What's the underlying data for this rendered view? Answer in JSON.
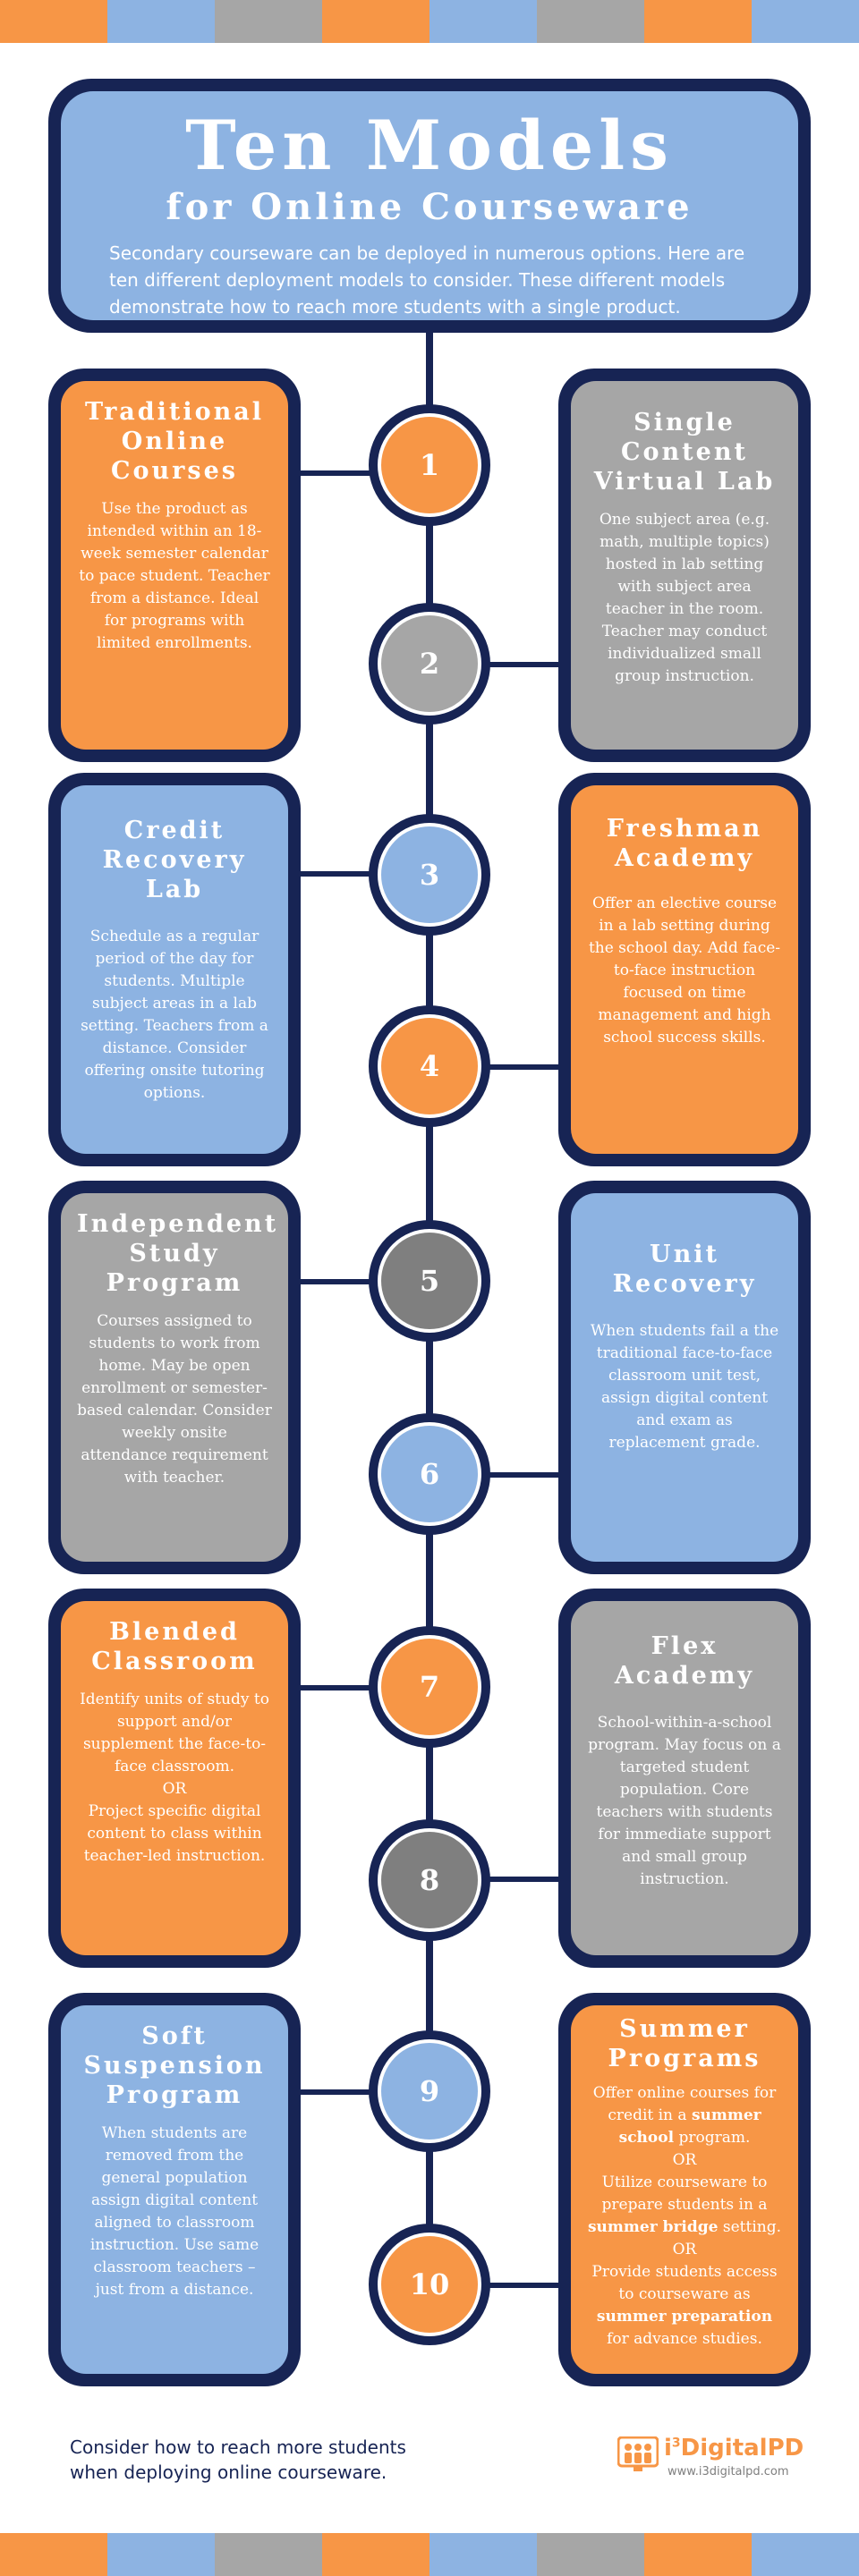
{
  "colors": {
    "navy": "#172454",
    "orange": "#f79646",
    "blue": "#8db3e2",
    "gray": "#a6a6a6",
    "dark_gray": "#7f7f7f"
  },
  "stripe": [
    "#f79646",
    "#8db3e2",
    "#a6a6a6",
    "#f79646",
    "#8db3e2",
    "#a6a6a6",
    "#f79646",
    "#8db3e2"
  ],
  "header": {
    "title": "Ten Models",
    "subtitle": "for Online Courseware",
    "intro": "Secondary courseware can be deployed in numerous options. Here are ten different deployment models to consider.  These different models demonstrate how to reach more students with a single product."
  },
  "models": [
    {
      "number": "1",
      "title": "Traditional Online Courses",
      "body": "Use the product as intended within an 18-week semester calendar to pace student. Teacher from a distance.  Ideal for programs with limited enrollments.",
      "color": "#f79646",
      "circle_color": "#f79646",
      "side": "left"
    },
    {
      "number": "2",
      "title": "Single Content Virtual Lab",
      "body": "One subject area (e.g. math, multiple topics) hosted in lab setting with subject area teacher in the room. Teacher may conduct individualized small group instruction.",
      "color": "#a6a6a6",
      "circle_color": "#a6a6a6",
      "side": "right"
    },
    {
      "number": "3",
      "title": "Credit Recovery Lab",
      "body": "Schedule as a regular period of the day for students. Multiple subject areas in a lab setting. Teachers from a distance.  Consider offering onsite tutoring options.",
      "color": "#8db3e2",
      "circle_color": "#8db3e2",
      "side": "left"
    },
    {
      "number": "4",
      "title": "Freshman Academy",
      "body": "Offer an elective course in a lab setting during the school day. Add face-to-face instruction focused on time management and high school success skills.",
      "color": "#f79646",
      "circle_color": "#f79646",
      "side": "right"
    },
    {
      "number": "5",
      "title": "Independent Study Program",
      "body": "Courses assigned to students to work from home. May be open enrollment or semester-based calendar. Consider weekly onsite attendance requirement with teacher.",
      "color": "#a6a6a6",
      "circle_color": "#7f7f7f",
      "side": "left"
    },
    {
      "number": "6",
      "title": "Unit Recovery",
      "body": "When students fail a the traditional face-to-face classroom unit test, assign digital content and exam as replacement grade.",
      "color": "#8db3e2",
      "circle_color": "#8db3e2",
      "side": "right"
    },
    {
      "number": "7",
      "title": "Blended Classroom",
      "body_parts": [
        "Identify units of study to support and/or supplement the face-to-face classroom.",
        "OR",
        "Project specific digital content to class within teacher-led instruction."
      ],
      "color": "#f79646",
      "circle_color": "#f79646",
      "side": "left"
    },
    {
      "number": "8",
      "title": "Flex Academy",
      "body": "School-within-a-school program. May focus on a targeted student population. Core teachers with students for immediate support and small group instruction.",
      "color": "#a6a6a6",
      "circle_color": "#7f7f7f",
      "side": "right"
    },
    {
      "number": "9",
      "title": "Soft Suspension Program",
      "body": "When students are removed from the general population assign digital content aligned to classroom instruction. Use same classroom teachers – just from a distance.",
      "color": "#8db3e2",
      "circle_color": "#8db3e2",
      "side": "left"
    },
    {
      "number": "10",
      "title": "Summer Programs",
      "color": "#f79646",
      "circle_color": "#f79646",
      "side": "right",
      "summer": {
        "p1a": "Offer online courses for credit in a ",
        "p1b": "summer school",
        "p1c": " program.",
        "or1": "OR",
        "p2a": "Utilize courseware to prepare students in a ",
        "p2b": "summer bridge",
        "p2c": " setting.",
        "or2": "OR",
        "p3a": "Provide students access to courseware as ",
        "p3b": "summer preparation",
        "p3c": " for advance studies."
      }
    }
  ],
  "footer": {
    "text": "Consider how to reach more students when deploying online courseware.",
    "logo_prefix": "i",
    "logo_sup": "3",
    "logo_name": "DigitalPD",
    "logo_url": "www.i3digitalpd.com",
    "logo_icon": "people-group-icon"
  }
}
